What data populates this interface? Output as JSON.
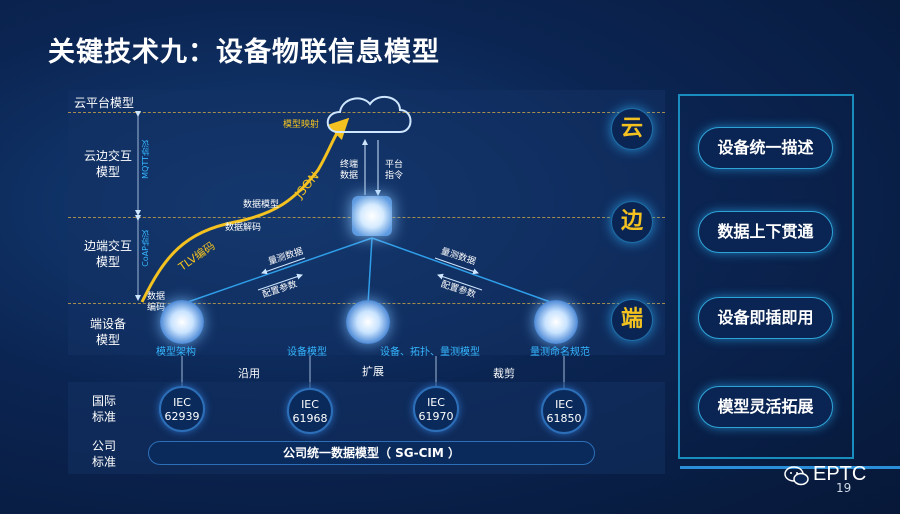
{
  "title": "关键技术九：设备物联信息模型",
  "rows": {
    "cloud": "云平台模型",
    "cloud_edge": [
      "云边交互",
      "模型"
    ],
    "edge_device": [
      "边端交互",
      "模型"
    ],
    "device": [
      "端设备",
      "模型"
    ]
  },
  "protocols": {
    "mqtt": "MQTT协议",
    "coap": "CoAP协议"
  },
  "annotations": {
    "model_mapping": "模型映射",
    "json": "JSON",
    "data_model": "数据模型",
    "data_decode": "数据解码",
    "tlv": "TLV编码",
    "data_encode": [
      "数据",
      "编码"
    ],
    "terminal_data": [
      "终端",
      "数据"
    ],
    "platform_cmd": [
      "平台",
      "指令"
    ],
    "measure_left": "量测数据",
    "config_left": "配置参数",
    "measure_right": "量测数据",
    "config_right": "配置参数"
  },
  "device_labels": [
    "模型架构",
    "设备模型",
    "设备、拓扑、量测模型",
    "量测命名规范"
  ],
  "relations": [
    "沿用",
    "扩展",
    "裁剪"
  ],
  "standards": {
    "intl_label": [
      "国际",
      "标准"
    ],
    "company_label": [
      "公司",
      "标准"
    ],
    "iec": [
      {
        "line1": "IEC",
        "line2": "62939"
      },
      {
        "line1": "IEC",
        "line2": "61968"
      },
      {
        "line1": "IEC",
        "line2": "61970"
      },
      {
        "line1": "IEC",
        "line2": "61850"
      }
    ],
    "company_model": "公司统一数据模型（ SG-CIM ）"
  },
  "tiers": [
    "云",
    "边",
    "端"
  ],
  "features": [
    "设备统一描述",
    "数据上下贯通",
    "设备即插即用",
    "模型灵活拓展"
  ],
  "logo": "EPTC",
  "page_number": "19",
  "colors": {
    "accent_yellow": "#f3c220",
    "accent_blue": "#35b6ff",
    "line_blue": "#2f9ee8"
  }
}
